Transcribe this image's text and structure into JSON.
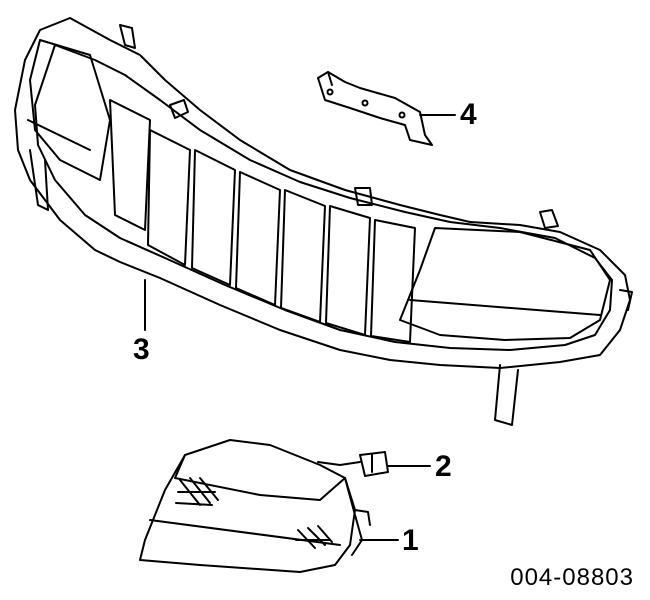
{
  "callouts": {
    "lamp": "1",
    "connector": "2",
    "grille": "3",
    "bracket": "4"
  },
  "diagram_code": "004-08803",
  "colors": {
    "line": "#000000",
    "background": "#ffffff"
  }
}
